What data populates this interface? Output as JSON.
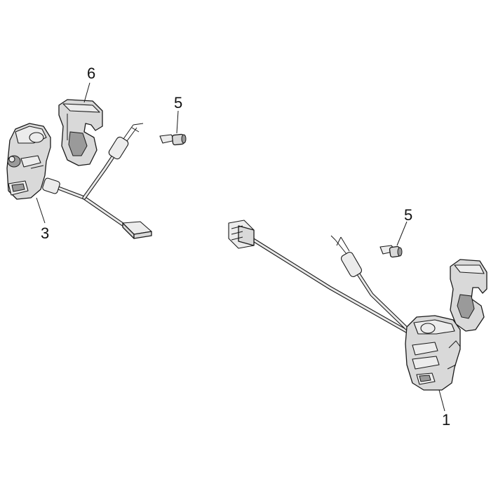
{
  "callouts": {
    "part_1": "1",
    "part_3": "3",
    "part_5_left": "5",
    "part_5_right": "5",
    "part_6": "6"
  },
  "colors": {
    "background": "#ffffff",
    "line": "#1a1a1a",
    "part_shading": "#d9d9d9"
  }
}
